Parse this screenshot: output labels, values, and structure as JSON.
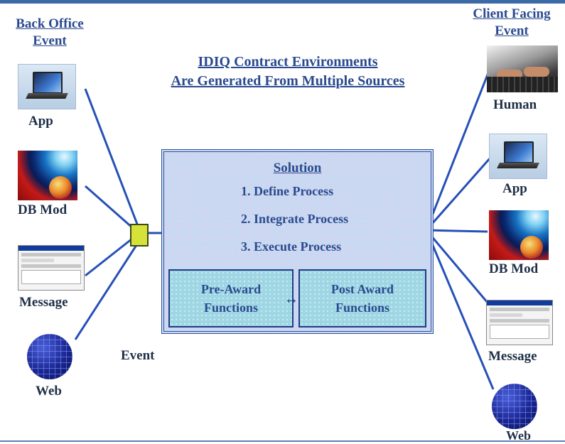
{
  "title": {
    "line1": "IDIQ Contract Environments",
    "line2": "Are Generated From Multiple Sources"
  },
  "left_header": {
    "line1": "Back Office",
    "line2": "Event"
  },
  "right_header": {
    "line1": "Client Facing",
    "line2": "Event"
  },
  "left_sources": [
    {
      "label": "App",
      "icon": "laptop-icon"
    },
    {
      "label": "DB Mod",
      "icon": "database-mod-icon"
    },
    {
      "label": "Message",
      "icon": "message-window-icon"
    },
    {
      "label": "Web",
      "icon": "globe-icon"
    }
  ],
  "right_sources": [
    {
      "label": "Human",
      "icon": "typing-hands-icon"
    },
    {
      "label": "App",
      "icon": "laptop-icon"
    },
    {
      "label": "DB Mod",
      "icon": "database-mod-icon"
    },
    {
      "label": "Message",
      "icon": "message-window-icon"
    },
    {
      "label": "Web",
      "icon": "globe-icon"
    }
  ],
  "event_label": "Event",
  "solution": {
    "title": "Solution",
    "steps": [
      "1. Define Process",
      "2. Integrate Process",
      "3. Execute Process"
    ],
    "pre_award": {
      "line1": "Pre-Award",
      "line2": "Functions"
    },
    "post_award": {
      "line1": "Post Award",
      "line2": "Functions"
    }
  },
  "colors": {
    "line": "#2650b8",
    "heading_text": "#2a4a8f",
    "label_text": "#1f2f47",
    "solution_fill": "#c9d9f1",
    "function_fill": "#9fd6e3",
    "event_box": "#d4e23a"
  }
}
